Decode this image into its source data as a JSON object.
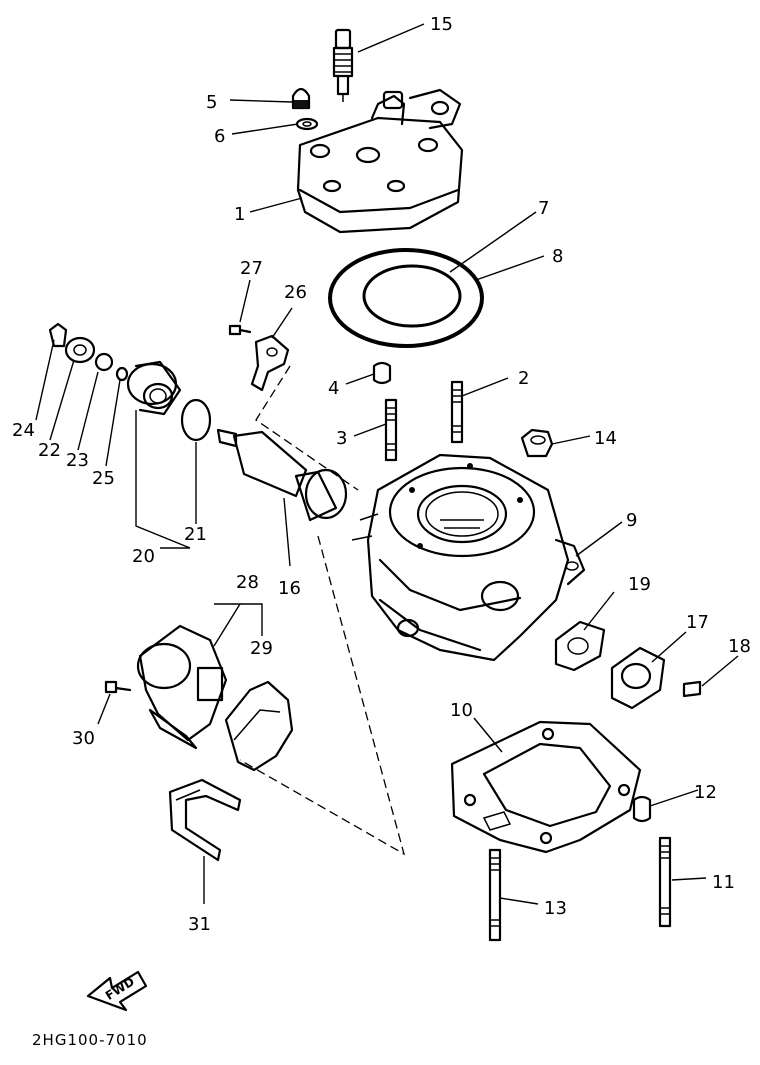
{
  "diagram": {
    "drawing_code": "2HG100-7010",
    "direction_label": "FWD",
    "callouts": [
      "1",
      "2",
      "3",
      "4",
      "5",
      "6",
      "7",
      "8",
      "9",
      "10",
      "11",
      "12",
      "13",
      "14",
      "15",
      "16",
      "17",
      "18",
      "19",
      "20",
      "21",
      "22",
      "23",
      "24",
      "25",
      "26",
      "27",
      "28",
      "29",
      "30",
      "31"
    ]
  }
}
